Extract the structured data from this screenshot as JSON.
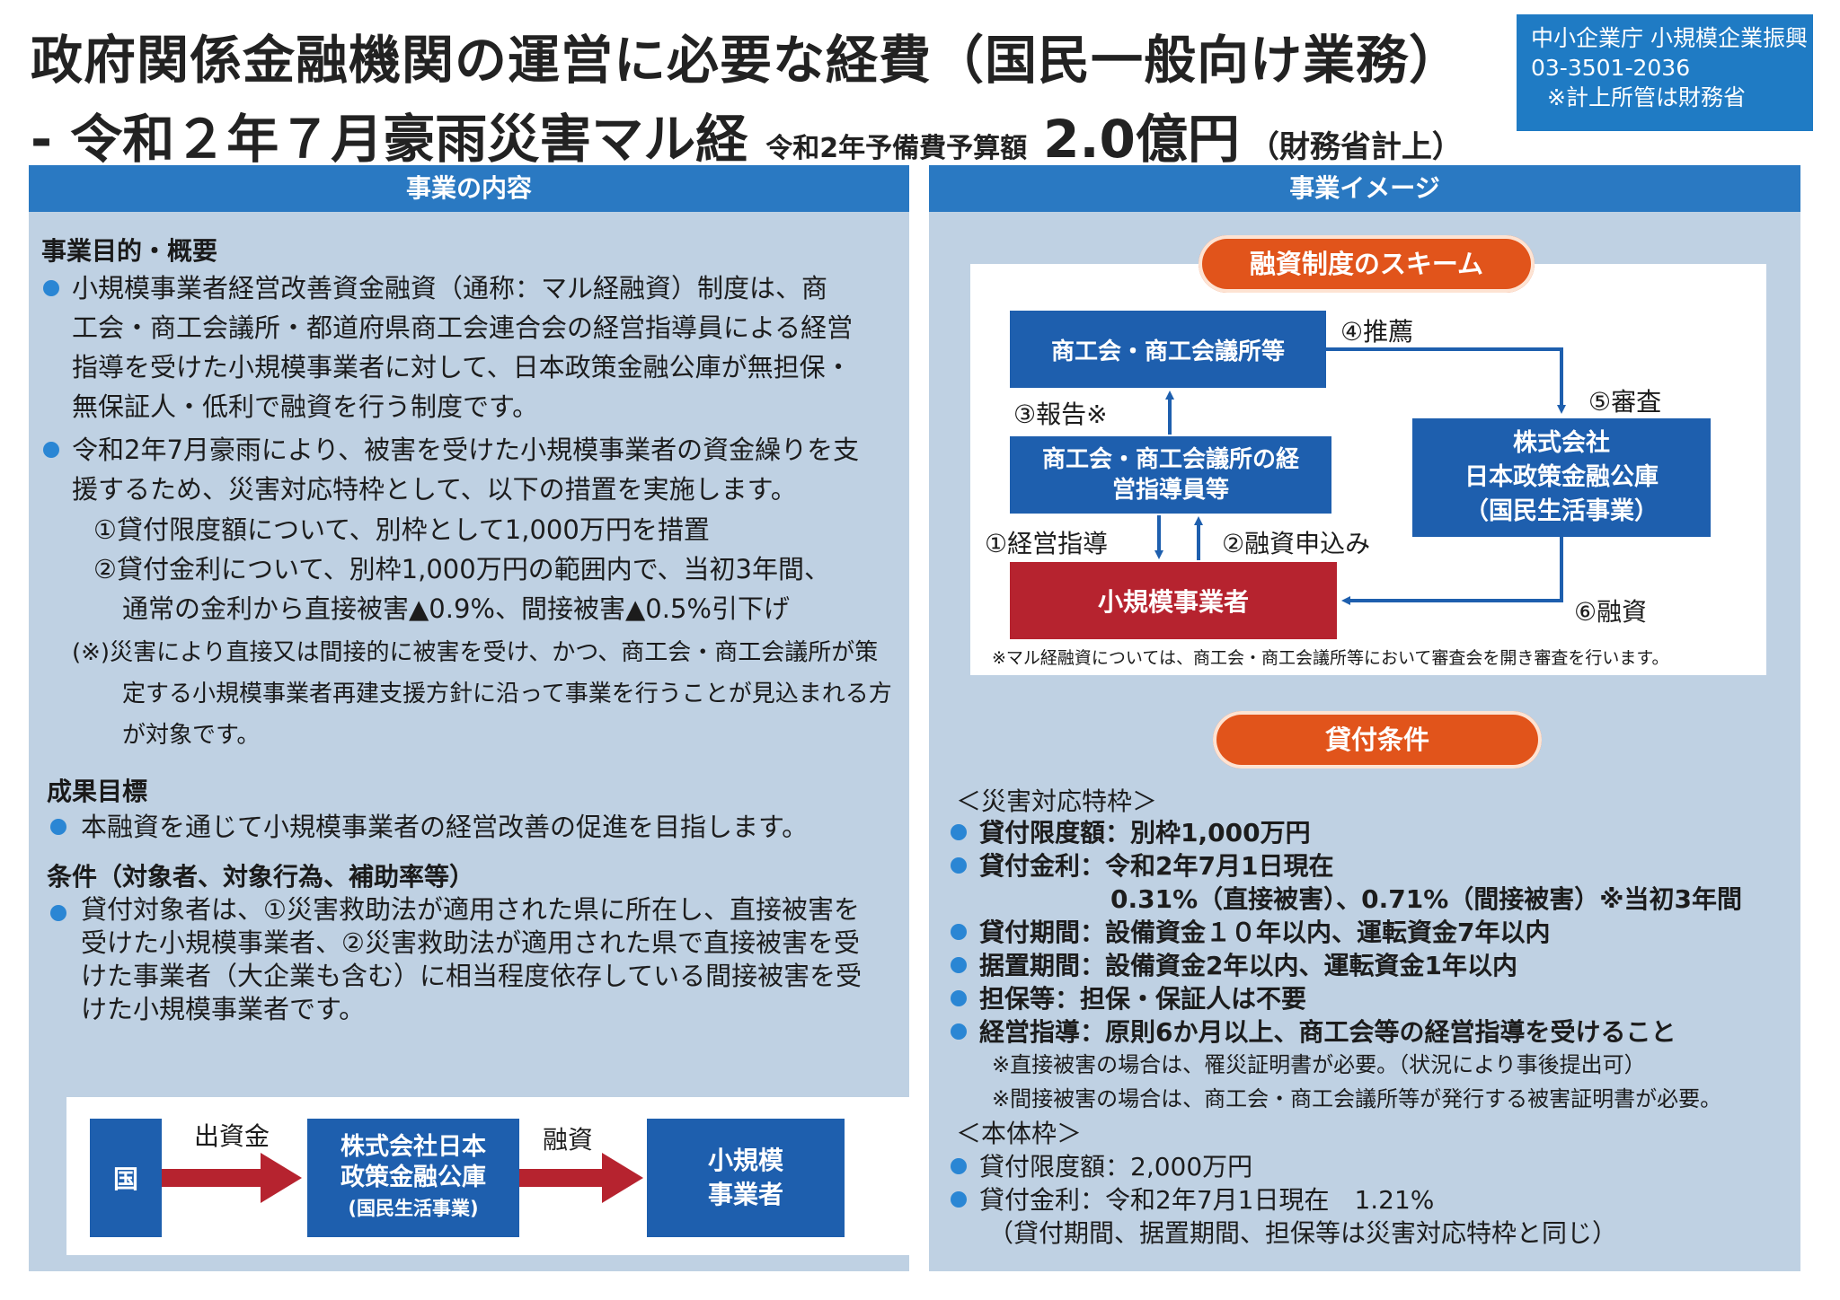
{
  "header": {
    "title_line1": "政府関係金融機関の運営に必要な経費（国民一般向け業務）",
    "title_line2": "- 令和２年７月豪雨災害マル経",
    "budget_label": "令和2年予備費予算額",
    "budget_amount": "2.0億円",
    "budget_note": "（財務省計上）"
  },
  "contact": {
    "line1": "中小企業庁  小規模企業振興",
    "line2": "03-3501-2036",
    "line3": "※計上所管は財務省"
  },
  "left": {
    "header": "事業の内容",
    "purpose_title": "事業目的・概要",
    "p1": [
      "小規模事業者経営改善資金融資（通称：マル経融資）制度は、商",
      "工会・商工会議所・都道府県商工会連合会の経営指導員による経営",
      "指導を受けた小規模事業者に対して、日本政策金融公庫が無担保・",
      "無保証人・低利で融資を行う制度です。"
    ],
    "p2": [
      "令和2年7月豪雨により、被害を受けた小規模事業者の資金繰りを支",
      "援するため、災害対応特枠として、以下の措置を実施します。"
    ],
    "m1": "①貸付限度額について、別枠として1,000万円を措置",
    "m2a": "②貸付金利について、別枠1,000万円の範囲内で、当初3年間、",
    "m2b": "通常の金利から直接被害▲0.9%、間接被害▲0.5%引下げ",
    "note": [
      "(※)災害により直接又は間接的に被害を受け、かつ、商工会・商工会議所が策",
      "定する小規模事業者再建支援方針に沿って事業を行うことが見込まれる方",
      "が対象です。"
    ],
    "goal_title": "成果目標",
    "goal": "本融資を通じて小規模事業者の経営改善の促進を目指します。",
    "cond_title": "条件（対象者、対象行為、補助率等）",
    "cond": [
      "貸付対象者は、①災害救助法が適用された県に所在し、直接被害を",
      "受けた小規模事業者、②災害救助法が適用された県で直接被害を受",
      "けた事業者（大企業も含む）に相当程度依存している間接被害を受",
      "けた小規模事業者です。"
    ],
    "flow": {
      "kuni": "国",
      "arrow1": "出資金",
      "jfc": [
        "株式会社日本",
        "政策金融公庫"
      ],
      "jfc_sub": "(国民生活事業)",
      "arrow2": "融資",
      "small": [
        "小規模",
        "事業者"
      ]
    }
  },
  "right": {
    "header": "事業イメージ",
    "scheme_title": "融資制度のスキーム",
    "box_chamber": "商工会・商工会議所等",
    "box_advisor": [
      "商工会・商工会議所の経",
      "営指導員等"
    ],
    "box_jfc": [
      "株式会社",
      "日本政策金融公庫",
      "（国民生活事業）"
    ],
    "box_small": "小規模事業者",
    "step1": "①経営指導",
    "step2": "②融資申込み",
    "step3": "③報告※",
    "step4": "④推薦",
    "step5": "⑤審査",
    "step6": "⑥融資",
    "scheme_note": "※マル経融資については、商工会・商工会議所等において審査会を開き審査を行います。",
    "loan_title": "貸付条件",
    "special_title": "＜災害対応特枠＞",
    "s1": "貸付限度額：別枠1,000万円",
    "s2": "貸付金利：令和2年7月1日現在",
    "s2b": "0.31%（直接被害）、0.71%（間接被害）※当初3年間",
    "s3": "貸付期間：設備資金１０年以内、運転資金7年以内",
    "s4": "据置期間：設備資金2年以内、運転資金1年以内",
    "s5": "担保等：担保・保証人は不要",
    "s6": "経営指導：原則6か月以上、商工会等の経営指導を受けること",
    "n1": "※直接被害の場合は、罹災証明書が必要。（状況により事後提出可）",
    "n2": "※間接被害の場合は、商工会・商工会議所等が発行する被害証明書が必要。",
    "main_title": "＜本体枠＞",
    "b1": "貸付限度額：2,000万円",
    "b2": "貸付金利：令和2年7月1日現在　1.21%",
    "b3": "（貸付期間、据置期間、担保等は災害対応特枠と同じ）"
  },
  "colors": {
    "panel_bg": "#bfd1e3",
    "header_blue": "#2a79c2",
    "box_blue": "#1e5fae",
    "box_red": "#b6232f",
    "pill_orange": "#e1541b",
    "arrow_red": "#b6232f",
    "arrow_blue": "#1e5fae",
    "bullet_blue": "#2a86d4"
  }
}
